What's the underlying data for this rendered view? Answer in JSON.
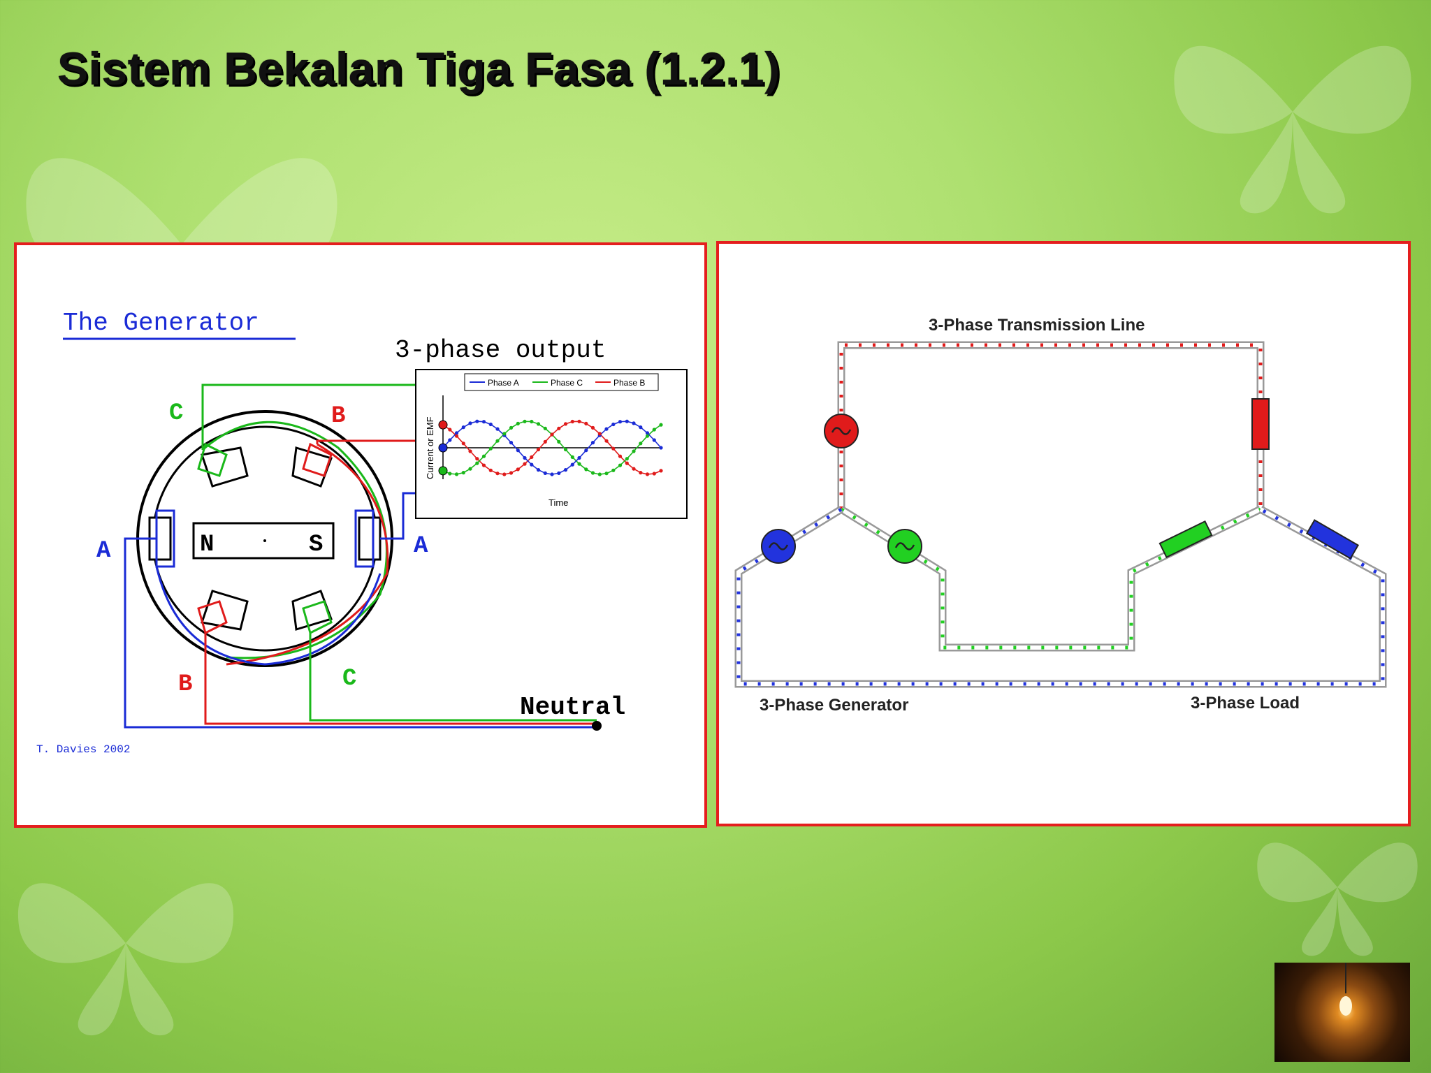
{
  "slide": {
    "title": "Sistem Bekalan Tiga Fasa (1.2.1)"
  },
  "generator_diagram": {
    "heading": "The Generator",
    "output_label": "3-phase output",
    "magnet_north": "N",
    "magnet_south": "S",
    "coil_labels": {
      "c_top": "C",
      "b_top": "B",
      "a_left": "A",
      "a_right": "A",
      "b_bottom": "B",
      "c_bottom": "C"
    },
    "neutral_label": "Neutral",
    "credit": "T. Davies 2002",
    "colors": {
      "phase_a": "#1a2bd6",
      "phase_b": "#e01b1b",
      "phase_c": "#1ab81a"
    }
  },
  "chart_data": {
    "type": "line",
    "xlabel": "Time",
    "ylabel": "Current or EMF",
    "legend": [
      "Phase A",
      "Phase C",
      "Phase B"
    ],
    "legend_placement": "top",
    "series": [
      {
        "name": "Phase A",
        "color": "#1a2bd6",
        "phase_deg": 0
      },
      {
        "name": "Phase C",
        "color": "#1ab81a",
        "phase_deg": 120
      },
      {
        "name": "Phase B",
        "color": "#e01b1b",
        "phase_deg": 240
      }
    ],
    "x_range_cycles": [
      0,
      1.5
    ],
    "ylim": [
      -1,
      1
    ]
  },
  "transmission_diagram": {
    "title": "3-Phase Transmission Line",
    "generator_label": "3-Phase Generator",
    "load_label": "3-Phase Load",
    "colors": {
      "red": "#e01b1b",
      "green": "#22d022",
      "blue": "#2233dd"
    }
  },
  "corner_image": {
    "subject": "light-bulb"
  }
}
